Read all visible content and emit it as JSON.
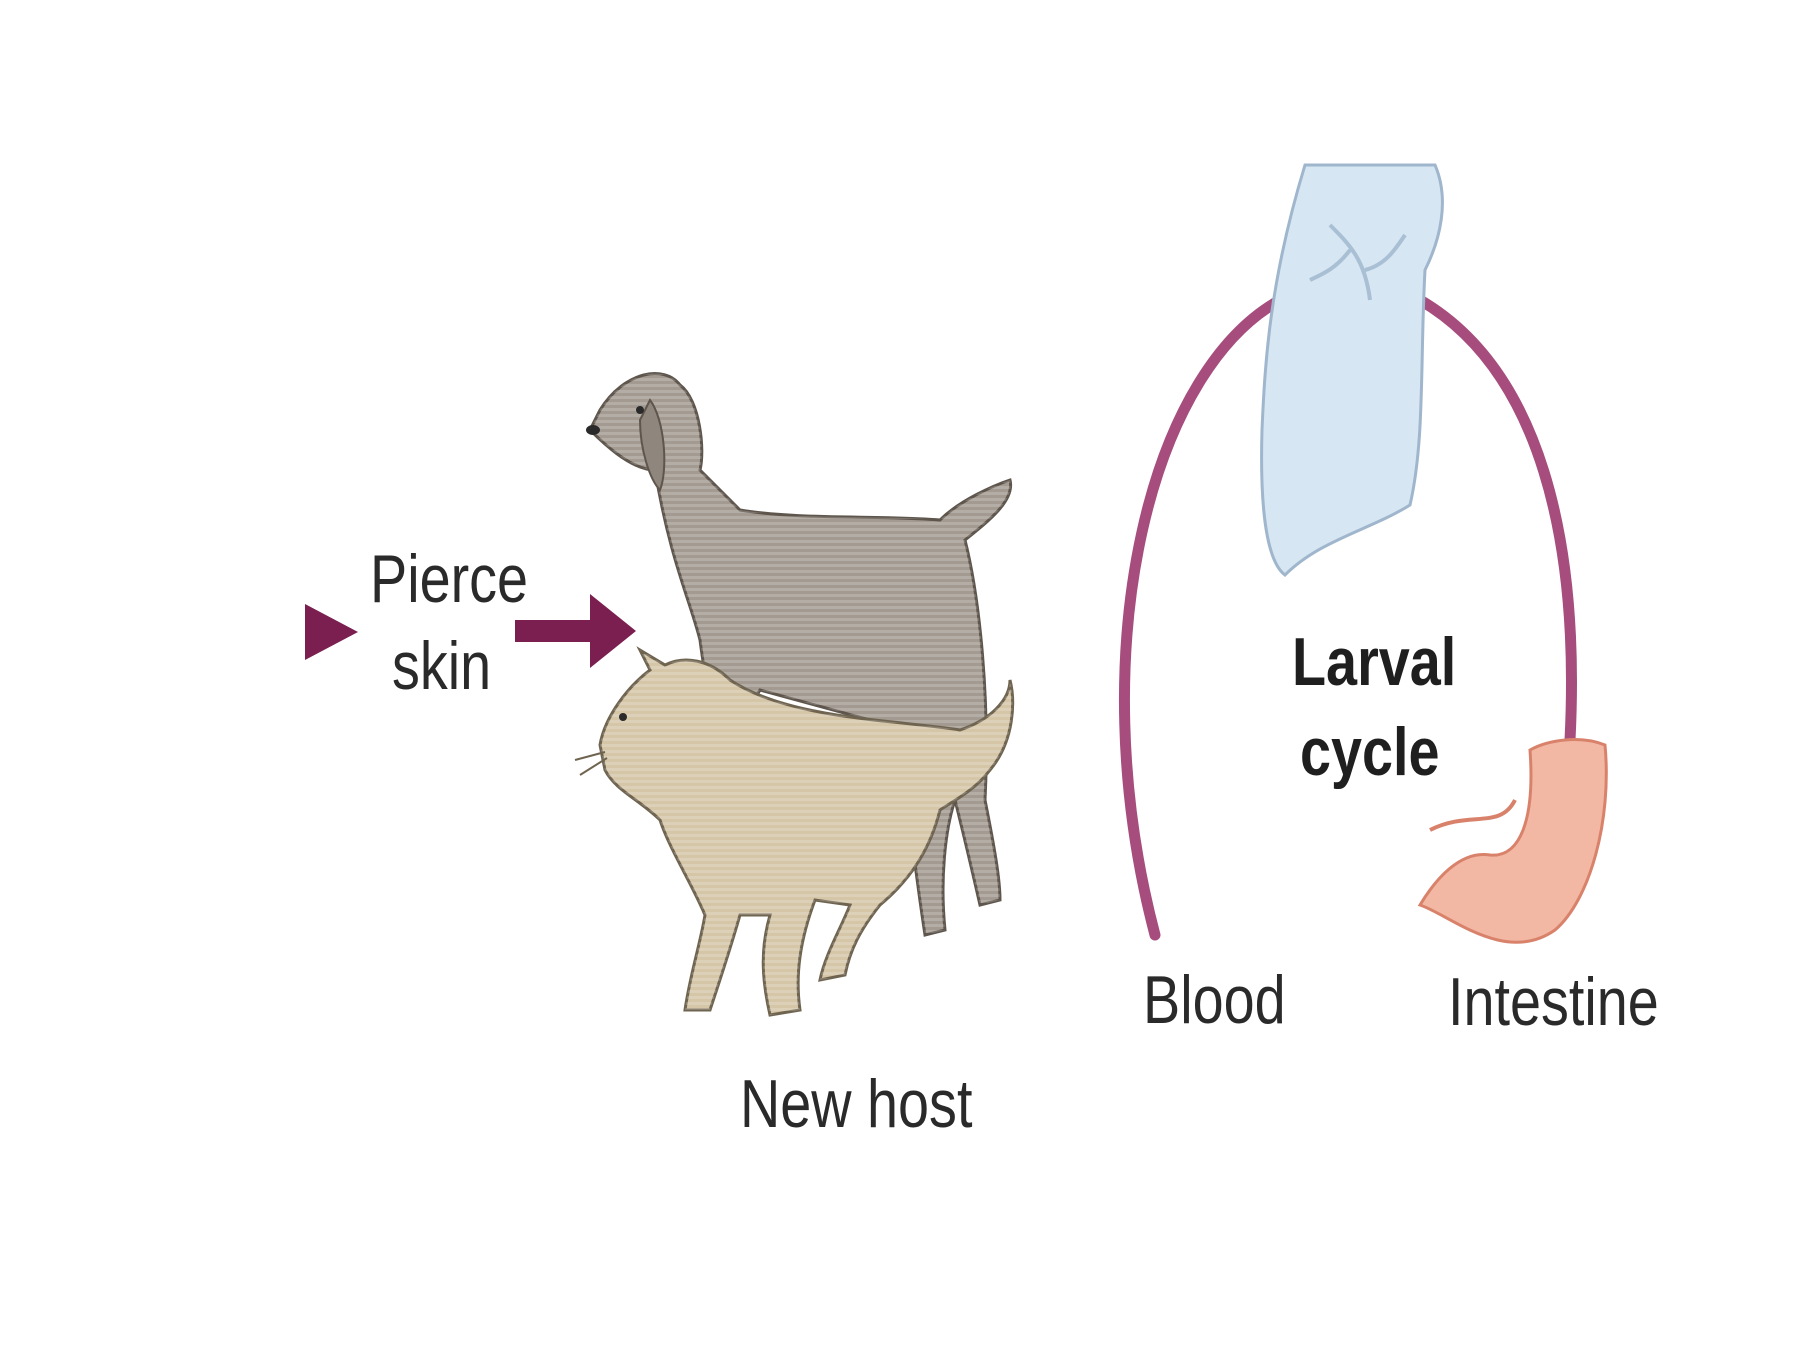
{
  "labels": {
    "pierce_line1": "Pierce",
    "pierce_line2": "skin",
    "new_host": "New host",
    "larval_line1": "Larval",
    "larval_line2": "cycle",
    "blood": "Blood",
    "intestine": "Intestine"
  },
  "colors": {
    "arrow": "#7a1f4f",
    "cycle_arc": "#a64d7e",
    "dog": "#a39b91",
    "cat": "#d6c6a8",
    "lung": "#d7e6f3",
    "intestine": "#f2b8a3"
  },
  "icons": [
    "arrow-right-icon",
    "dog-icon",
    "cat-icon",
    "lung-icon",
    "intestine-icon"
  ]
}
